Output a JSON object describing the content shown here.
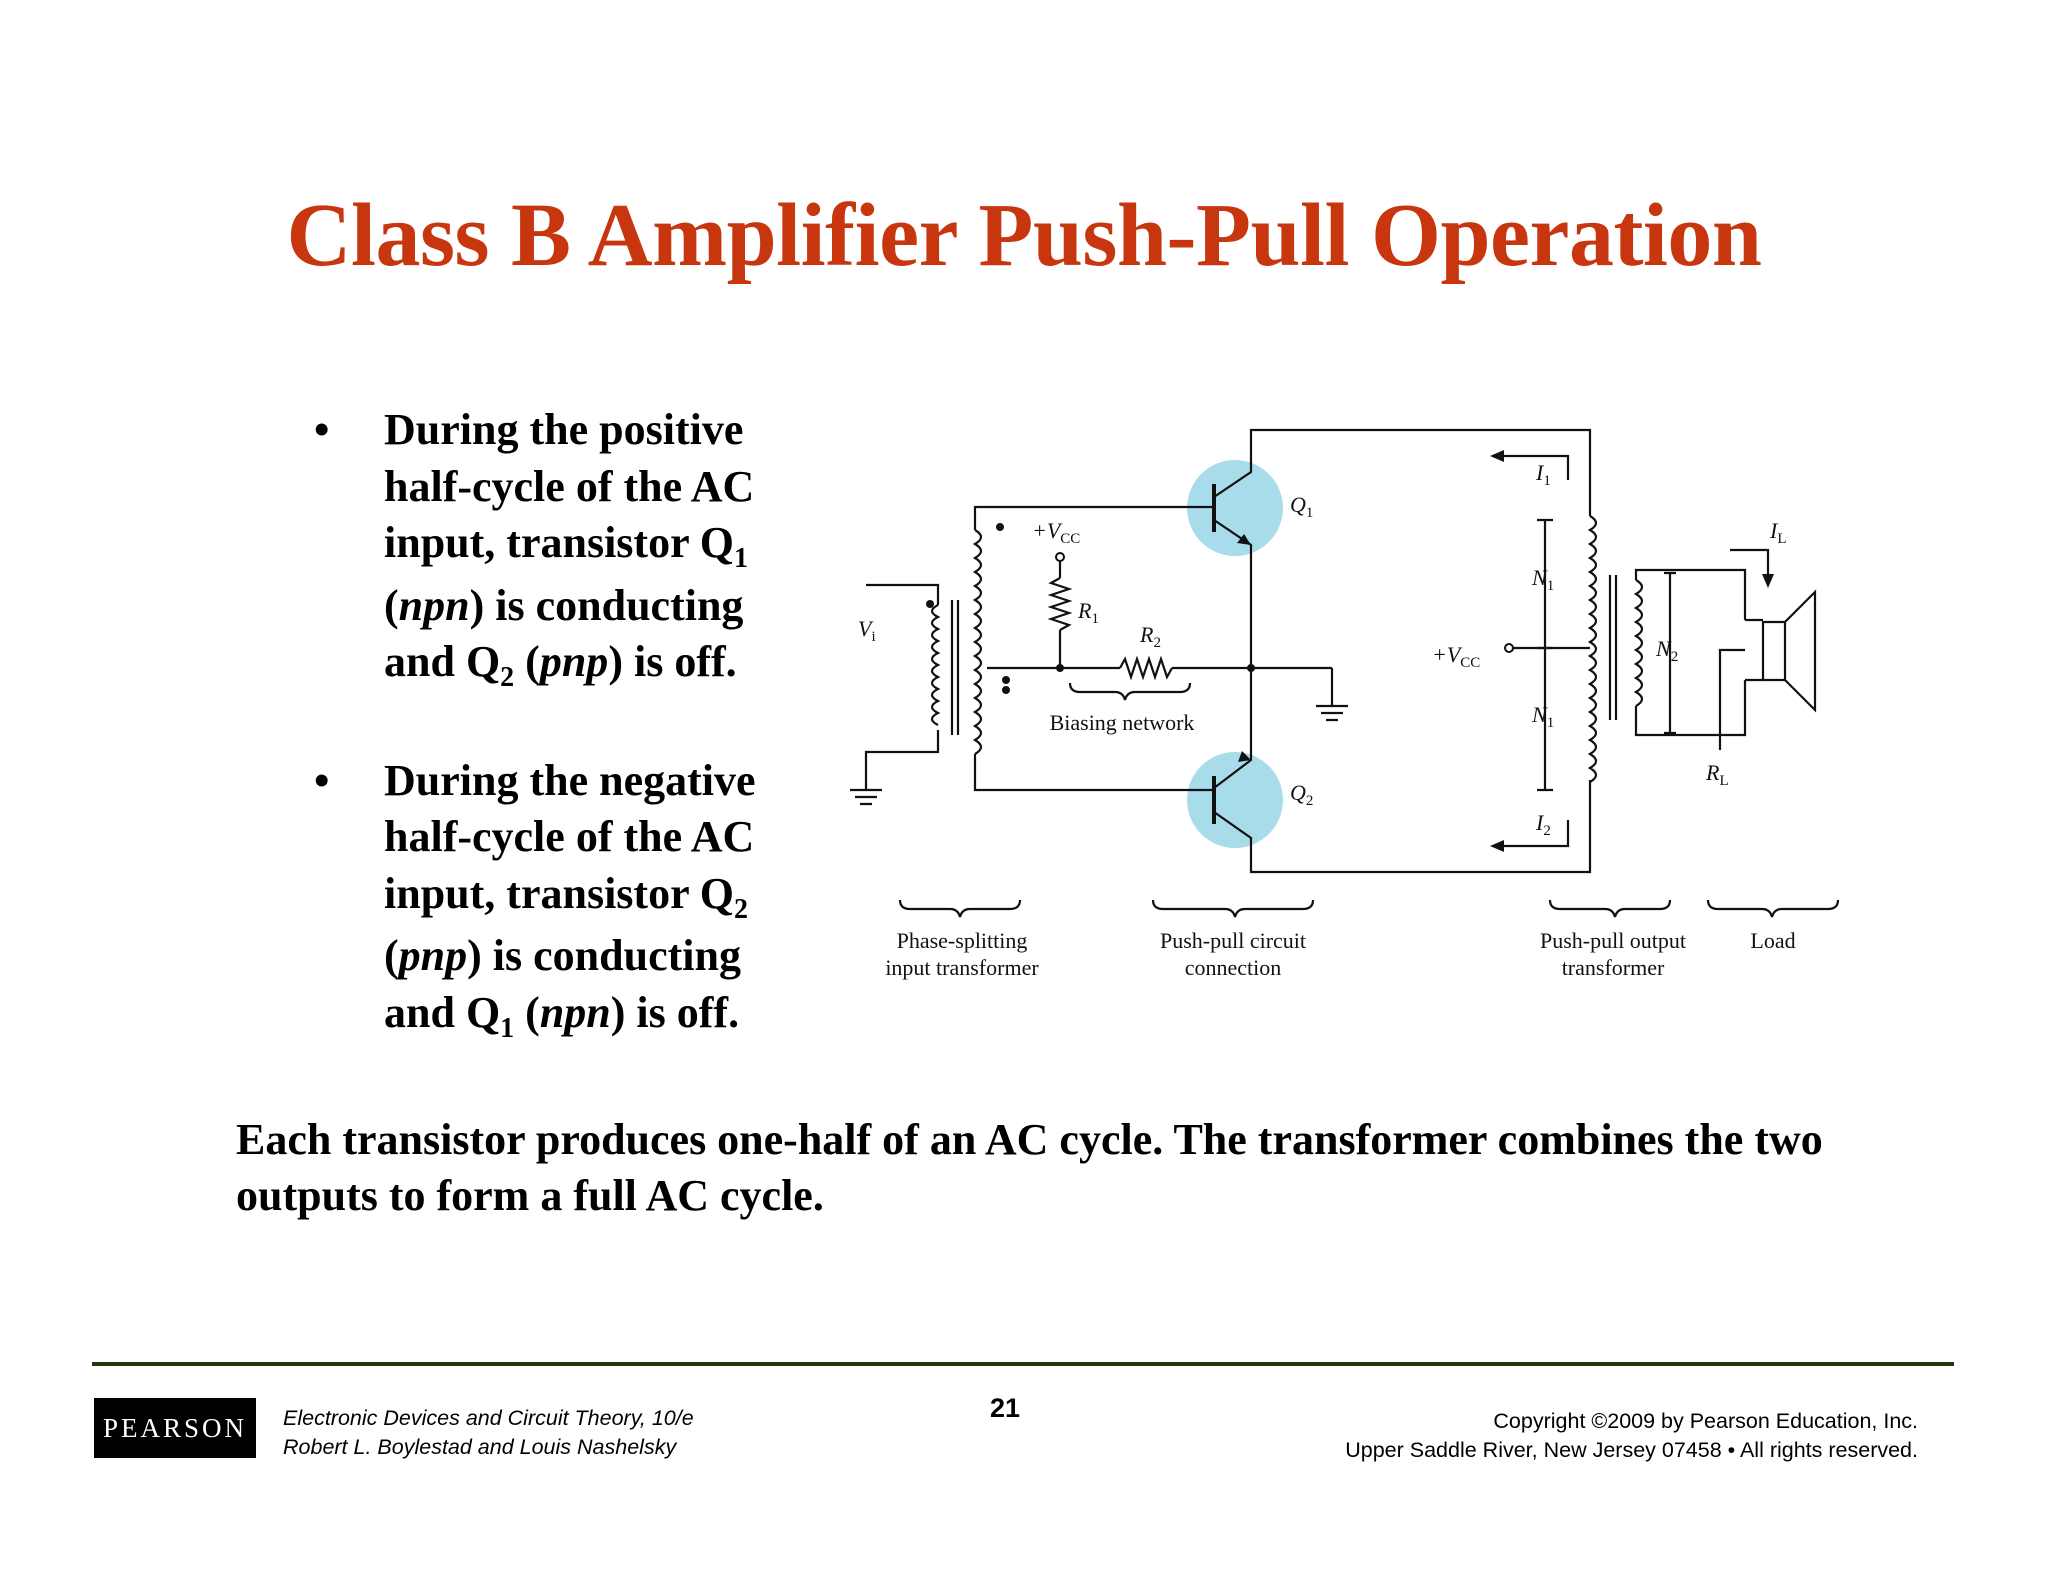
{
  "title": "Class B Amplifier Push-Pull Operation",
  "bullets": [
    {
      "marker": "•",
      "lines": [
        "During the positive",
        "half-cycle of the AC"
      ],
      "line3": {
        "pre": "input, transistor Q",
        "sub": "1"
      },
      "line4": {
        "open": "(",
        "ital": "npn",
        "rest": ") is conducting"
      },
      "line5": {
        "pre": "and Q",
        "sub": "2",
        "open": " (",
        "ital": "pnp",
        "rest": ") is off."
      }
    },
    {
      "marker": "•",
      "lines": [
        "During the negative",
        "half-cycle of the AC"
      ],
      "line3": {
        "pre": "input, transistor Q",
        "sub": "2"
      },
      "line4": {
        "open": "(",
        "ital": "pnp",
        "rest": ") is conducting"
      },
      "line5": {
        "pre": "and Q",
        "sub": "1",
        "open": " (",
        "ital": "npn",
        "rest": ") is off."
      }
    }
  ],
  "summary": "Each transistor produces one-half of an AC cycle. The transformer combines the two outputs to form a full AC cycle.",
  "circuit": {
    "vi": {
      "main": "V",
      "sub": "i"
    },
    "vcc_top": {
      "main": "+V",
      "sub": "CC"
    },
    "vcc_right": {
      "main": "+V",
      "sub": "CC"
    },
    "r1": {
      "main": "R",
      "sub": "1"
    },
    "r2": {
      "main": "R",
      "sub": "2"
    },
    "q1": {
      "main": "Q",
      "sub": "1"
    },
    "q2": {
      "main": "Q",
      "sub": "2"
    },
    "i1": {
      "main": "I",
      "sub": "1"
    },
    "i2": {
      "main": "I",
      "sub": "2"
    },
    "il": {
      "main": "I",
      "sub": "L"
    },
    "n1_top": {
      "main": "N",
      "sub": "1"
    },
    "n1_bottom": {
      "main": "N",
      "sub": "1"
    },
    "n2": {
      "main": "N",
      "sub": "2"
    },
    "rl": {
      "main": "R",
      "sub": "L"
    },
    "biasing_network": "Biasing network",
    "captions": {
      "phase_splitting": [
        "Phase-splitting",
        "input transformer"
      ],
      "push_pull_connection": [
        "Push-pull circuit",
        "connection"
      ],
      "push_pull_output": [
        "Push-pull output",
        "transformer"
      ],
      "load": [
        "Load"
      ]
    },
    "colors": {
      "transistor_highlight": "#a9dcea",
      "wire": "#111111"
    }
  },
  "footer": {
    "logo": "PEARSON",
    "book_title": "Electronic Devices and Circuit Theory, 10/e",
    "authors": "Robert L. Boylestad and Louis Nashelsky",
    "page_number": "21",
    "copyright": "Copyright ©2009 by Pearson Education, Inc.",
    "address": "Upper Saddle River, New Jersey 07458 • All rights reserved."
  },
  "colors": {
    "title": "#c8360f",
    "rule": "#1e3a0f"
  }
}
